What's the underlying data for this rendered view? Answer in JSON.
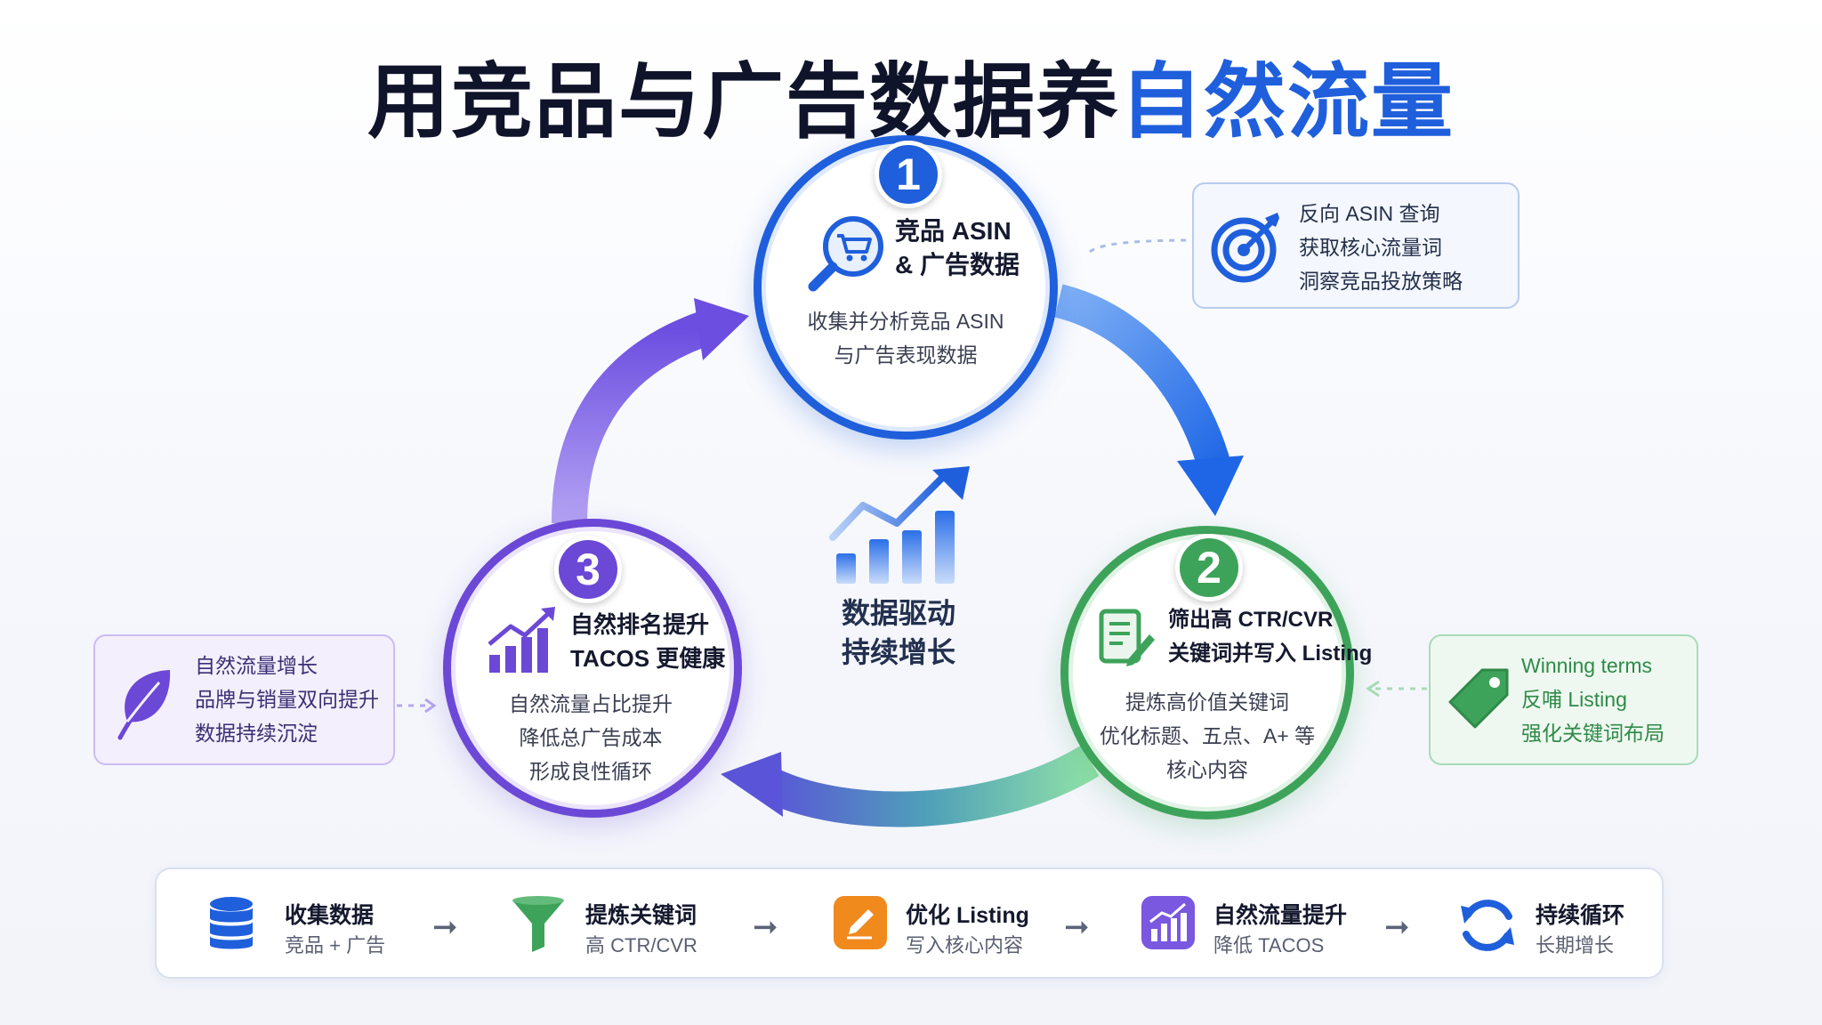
{
  "title": {
    "part1": "用竞品与广告数据养",
    "part2": "自然流量"
  },
  "colors": {
    "blue": "#1f5fdc",
    "green": "#3ea35a",
    "purple": "#6c48d6",
    "orange": "#f08a1c"
  },
  "nodes": [
    {
      "number": "1",
      "icon": "search-cart-icon",
      "title_line1": "竞品 ASIN",
      "title_line2": "& 广告数据",
      "desc_line1": "收集并分析竞品 ASIN",
      "desc_line2": "与广告表现数据"
    },
    {
      "number": "2",
      "icon": "document-edit-icon",
      "title_line1": "筛出高 CTR/CVR",
      "title_line2": "关键词并写入 Listing",
      "desc_line1": "提炼高价值关键词",
      "desc_line2": "优化标题、五点、A+ 等",
      "desc_line3": "核心内容"
    },
    {
      "number": "3",
      "icon": "growth-chart-icon",
      "title_line1": "自然排名提升",
      "title_line2": "TACOS 更健康",
      "desc_line1": "自然流量占比提升",
      "desc_line2": "降低总广告成本",
      "desc_line3": "形成良性循环"
    }
  ],
  "center": {
    "icon": "bar-chart-up-icon",
    "line1": "数据驱动",
    "line2": "持续增长"
  },
  "side_boxes": {
    "right_top": {
      "icon": "target-icon",
      "line1": "反向 ASIN 查询",
      "line2": "获取核心流量词",
      "line3": "洞察竞品投放策略"
    },
    "right_bottom": {
      "icon": "tag-icon",
      "line1": "Winning terms",
      "line2": "反哺 Listing",
      "line3": "强化关键词布局"
    },
    "left": {
      "icon": "leaf-icon",
      "line1": "自然流量增长",
      "line2": "品牌与销量双向提升",
      "line3": "数据持续沉淀"
    }
  },
  "steps": [
    {
      "icon": "database-icon",
      "title": "收集数据",
      "sub": "竞品 + 广告"
    },
    {
      "icon": "funnel-icon",
      "title": "提炼关键词",
      "sub": "高 CTR/CVR"
    },
    {
      "icon": "pencil-icon",
      "title": "优化 Listing",
      "sub": "写入核心内容"
    },
    {
      "icon": "chart-icon",
      "title": "自然流量提升",
      "sub": "降低 TACOS"
    },
    {
      "icon": "cycle-icon",
      "title": "持续循环",
      "sub": "长期增长"
    }
  ]
}
